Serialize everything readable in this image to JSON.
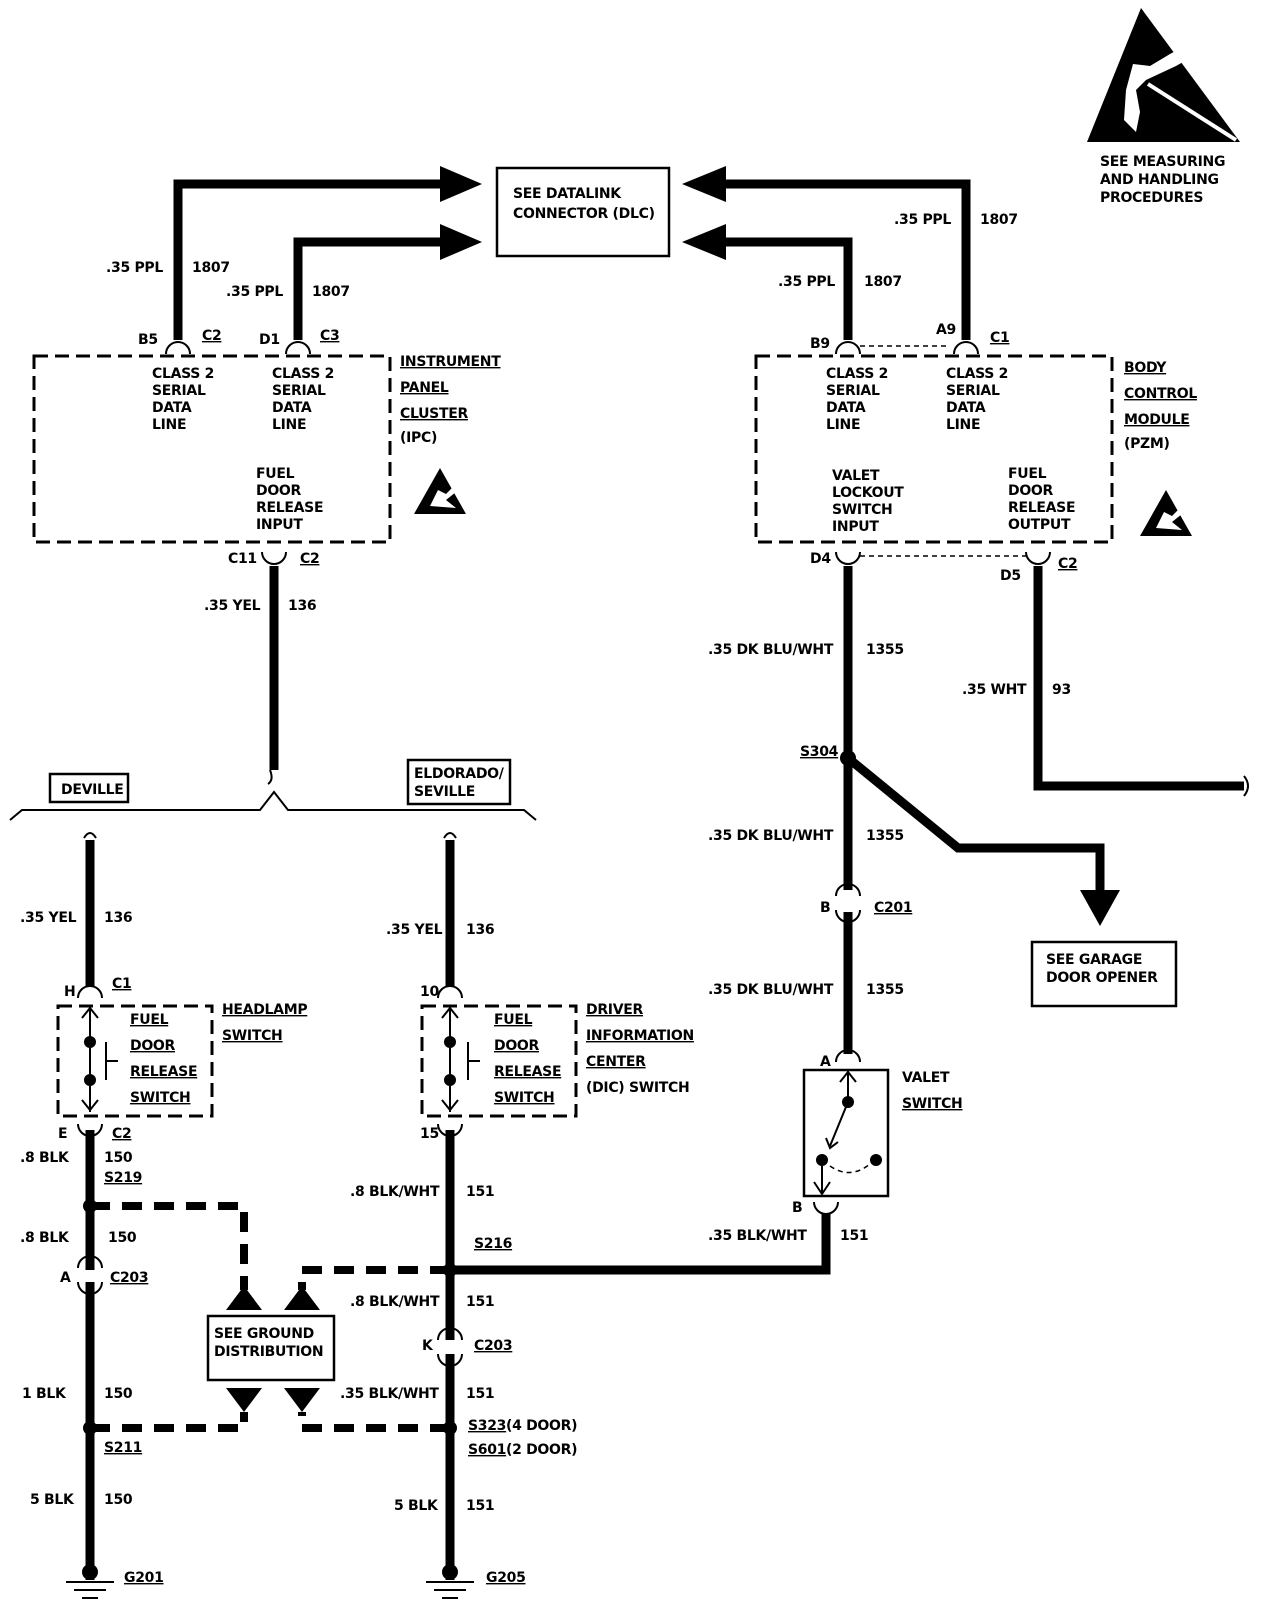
{
  "esd_note": [
    "SEE MEASURING",
    "AND HANDLING",
    "PROCEDURES"
  ],
  "dlc": {
    "line1": "SEE DATALINK",
    "line2": "CONNECTOR (DLC)"
  },
  "ipc": {
    "name": [
      "INSTRUMENT",
      "PANEL",
      "CLUSTER",
      "(IPC)"
    ],
    "class2": [
      "CLASS 2",
      "SERIAL",
      "DATA",
      "LINE"
    ],
    "fuel_input": [
      "FUEL",
      "DOOR",
      "RELEASE",
      "INPUT"
    ],
    "pin_b5": "B5",
    "conn_b5": "C2",
    "pin_d1": "D1",
    "conn_d1": "C3",
    "pin_c11": "C11",
    "conn_c11": "C2"
  },
  "bcm": {
    "name": [
      "BODY",
      "CONTROL",
      "MODULE",
      "(PZM)"
    ],
    "class2": [
      "CLASS 2",
      "SERIAL",
      "DATA",
      "LINE"
    ],
    "valet_input": [
      "VALET",
      "LOCKOUT",
      "SWITCH",
      "INPUT"
    ],
    "fuel_output": [
      "FUEL",
      "DOOR",
      "RELEASE",
      "OUTPUT"
    ],
    "pin_b9": "B9",
    "pin_a9": "A9",
    "conn_a9": "C1",
    "pin_d4": "D4",
    "pin_d5": "D5",
    "conn_d5": "C2"
  },
  "wires": {
    "ppl": ".35 PPL",
    "ppl_circuit": "1807",
    "yel": ".35 YEL",
    "yel_circuit": "136",
    "dkbluwht": ".35 DK BLU/WHT",
    "dkbluwht_circuit": "1355",
    "wht": ".35 WHT",
    "wht_circuit": "93",
    "blk8": ".8 BLK",
    "blk_circuit": "150",
    "blk1": "1 BLK",
    "blk5": "5 BLK",
    "blkwht8": ".8 BLK/WHT",
    "blkwht_circuit": "151",
    "blkwht35": ".35 BLK/WHT"
  },
  "variants": {
    "deville": "DEVILLE",
    "eldorado": [
      "ELDORADO/",
      "SEVILLE"
    ]
  },
  "headlamp_switch": {
    "inner": [
      "FUEL",
      "DOOR",
      "RELEASE",
      "SWITCH"
    ],
    "name": [
      "HEADLAMP",
      "SWITCH"
    ],
    "pin_top": "H",
    "conn_top": "C1",
    "pin_bottom": "E",
    "conn_bottom": "C2"
  },
  "dic_switch": {
    "inner": [
      "FUEL",
      "DOOR",
      "RELEASE",
      "SWITCH"
    ],
    "name": [
      "DRIVER",
      "INFORMATION",
      "CENTER",
      "(DIC) SWITCH"
    ],
    "pin_top": "10",
    "pin_bottom": "15"
  },
  "valet_switch": {
    "name": [
      "VALET",
      "SWITCH"
    ],
    "pin_top": "A",
    "pin_bottom": "B"
  },
  "garage": [
    "SEE GARAGE",
    "DOOR OPENER"
  ],
  "ground_dist": [
    "SEE GROUND",
    "DISTRIBUTION"
  ],
  "splices": {
    "s304": "S304",
    "s219": "S219",
    "s216": "S216",
    "s211": "S211",
    "s323": "S323",
    "s323_note": "(4 DOOR)",
    "s601": "S601",
    "s601_note": "(2 DOOR)"
  },
  "connectors": {
    "c201": "C201",
    "c201_pin": "B",
    "c203": "C203",
    "c203_left_pin": "A",
    "c203_right_pin": "K"
  },
  "grounds": {
    "g201": "G201",
    "g205": "G205"
  }
}
